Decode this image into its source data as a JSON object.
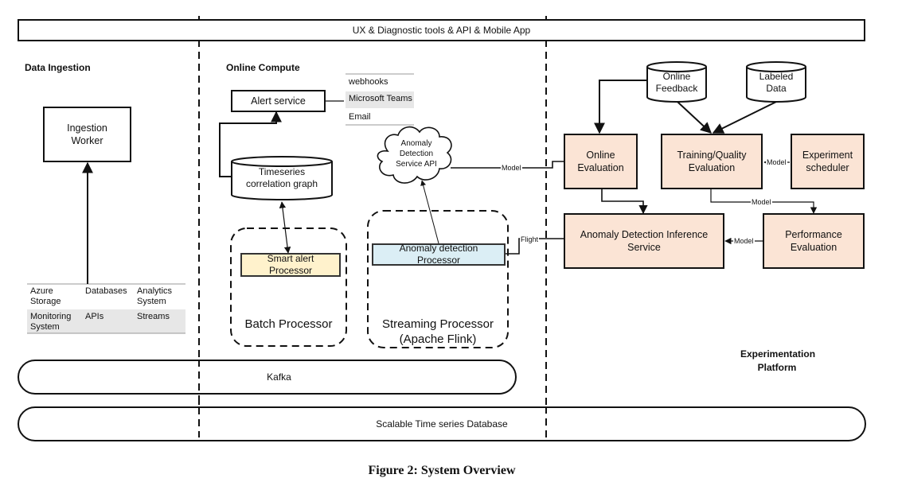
{
  "top_bar": {
    "label": "UX & Diagnostic tools & API & Mobile App"
  },
  "sections": {
    "data_ingestion": "Data Ingestion",
    "online_compute": "Online Compute",
    "experimentation_platform": "Experimentation\nPlatform"
  },
  "ingestion": {
    "worker": "Ingestion\nWorker",
    "sources": {
      "row1": [
        "Azure\nStorage",
        "Databases",
        "Analytics\nSystem"
      ],
      "row2": [
        "Monitoring\nSystem",
        "APIs",
        "Streams"
      ]
    }
  },
  "online": {
    "alert_service": "Alert service",
    "channels": [
      "webhooks",
      "Microsoft Teams",
      "Email"
    ],
    "timeseries_graph": "Timeseries\ncorrelation graph",
    "anomaly_api": "Anomaly\nDetection\nService API",
    "smart_alert": "Smart alert\nProcessor",
    "anomaly_processor": "Anomaly detection\nProcessor",
    "batch_processor": "Batch Processor",
    "streaming_processor": "Streaming Processor\n(Apache Flink)"
  },
  "experimentation": {
    "online_feedback": "Online\nFeedback",
    "labeled_data": "Labeled\nData",
    "online_evaluation": "Online\nEvaluation",
    "training_quality": "Training/Quality\nEvaluation",
    "experiment_scheduler": "Experiment\nscheduler",
    "inference_service": "Anomaly Detection Inference\nService",
    "performance_evaluation": "Performance\nEvaluation"
  },
  "edge_labels": {
    "model_api": "Model",
    "model_scheduler": "Model",
    "model_training_perf": "Model",
    "model_perf_inference": "Model",
    "flight": "Flight"
  },
  "kafka": "Kafka",
  "database": "Scalable Time series Database",
  "caption": "Figure 2: System Overview",
  "colors": {
    "peach": "#fbe4d5",
    "yellow": "#fff2cc",
    "light_blue": "#dbeef5",
    "table_gray": "#e7e7e7"
  }
}
